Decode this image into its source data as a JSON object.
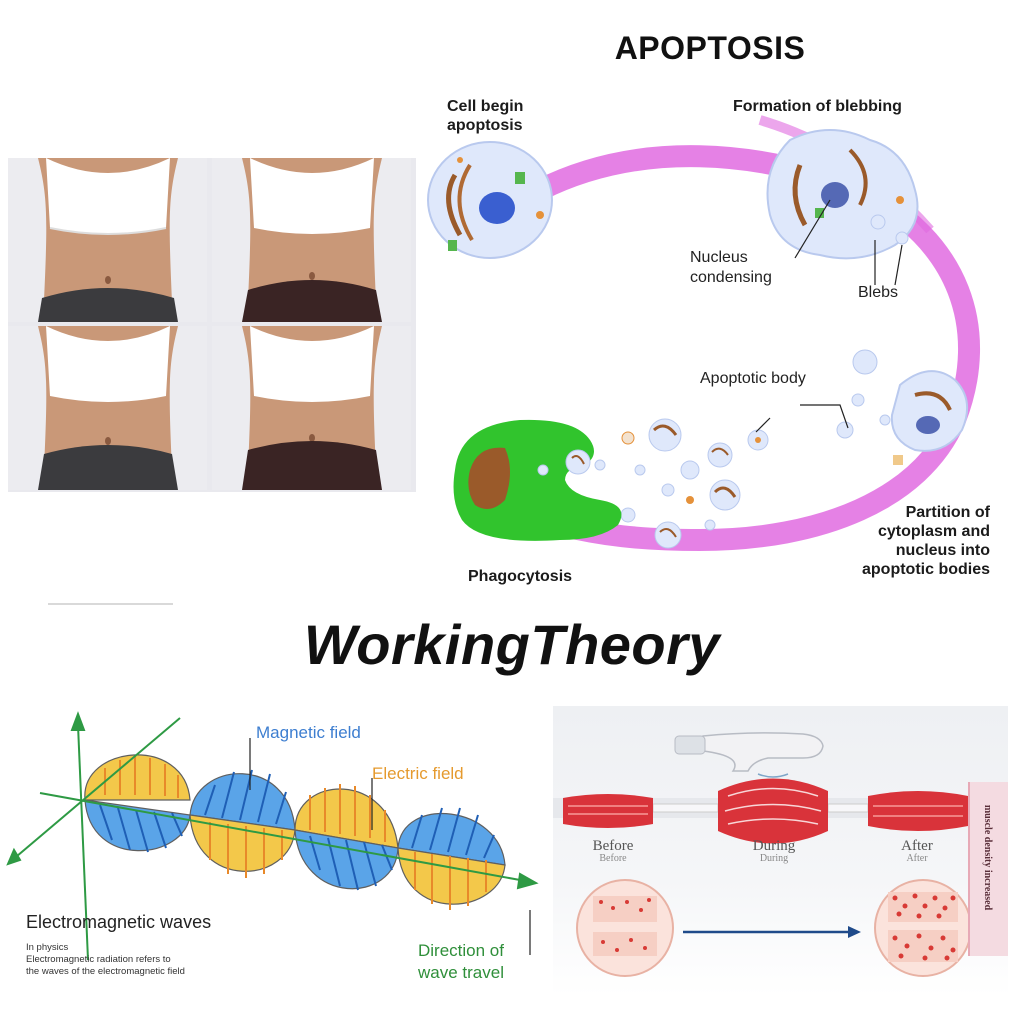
{
  "apoptosis": {
    "title": "APOPTOSIS",
    "stages": {
      "begin": [
        "Cell begin",
        "apoptosis"
      ],
      "blebbing": "Formation of blebbing",
      "phagocytosis": "Phagocytosis",
      "partition": [
        "Partition of",
        "cytoplasm and",
        "nucleus into",
        "apoptotic bodies"
      ]
    },
    "labels": {
      "nucleus": [
        "Nucleus",
        "condensing"
      ],
      "blebs": "Blebs",
      "body": "Apoptotic body"
    },
    "colors": {
      "arrow": "#e06be0",
      "cell": "#dfe8fb",
      "phagocyte": "#31c42d",
      "nucleus": "#3a5fd0"
    }
  },
  "heading": "WorkingTheory",
  "em_waves": {
    "magnetic_label": "Magnetic field",
    "electric_label": "Electric field",
    "title": "Electromagnetic waves",
    "description": [
      "In physics",
      "Electromagnetic radiation  refers to",
      "the waves of the electromagnetic field"
    ],
    "direction": [
      "Direction of",
      "wave travel"
    ],
    "colors": {
      "magnetic": "#5aa4e8",
      "electric": "#f3c84a",
      "axis": "#2e9a44"
    }
  },
  "muscle": {
    "before": "Before",
    "during": "During",
    "after": "After",
    "side_label": "muscle density increased",
    "colors": {
      "muscle": "#d9333a",
      "arrow": "#1f4a8a"
    }
  }
}
